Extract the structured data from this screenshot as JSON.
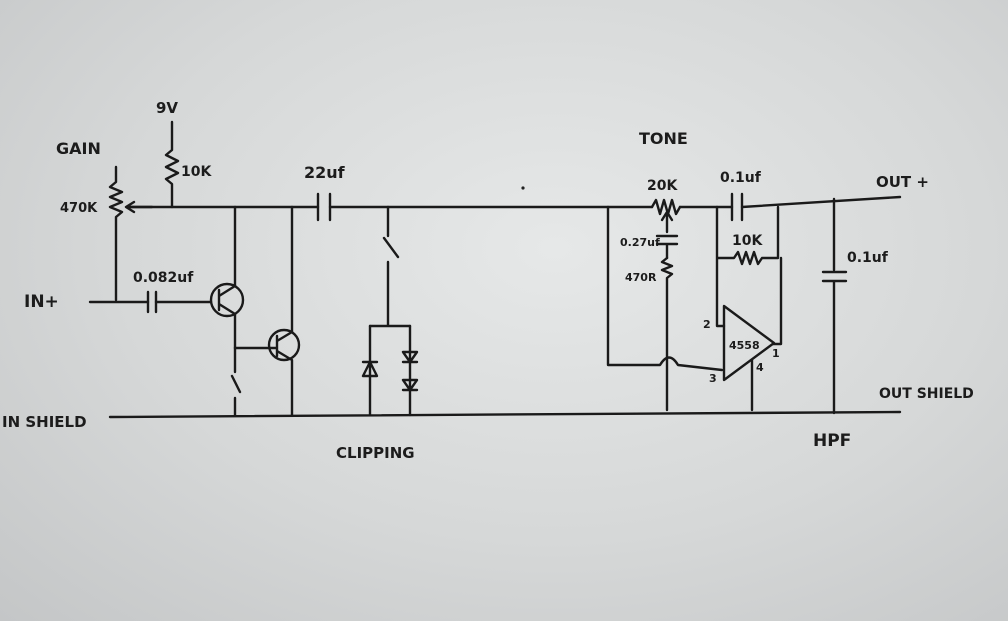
{
  "labels": {
    "supply": "9V",
    "gain": "GAIN",
    "gain_pot": "470K",
    "supply_res": "10K",
    "coupling_cap": "22uf",
    "input_cap": "0.082uf",
    "input": "IN+",
    "in_shield": "IN SHIELD",
    "clipping": "CLIPPING",
    "tone": "TONE",
    "tone_pot": "20K",
    "tone_cap": "0.27uf",
    "tone_res": "470R",
    "output_cap": "0.1uf",
    "feedback_res": "10K",
    "opamp": "4558",
    "pin2": "2",
    "pin3": "3",
    "pin1": "1",
    "pin4": "4",
    "output": "OUT +",
    "hpf_cap": "0.1uf",
    "out_shield": "OUT SHIELD",
    "hpf": "HPF"
  },
  "colors": {
    "ink": "#1a1a1a",
    "paper": "#dcdede"
  }
}
